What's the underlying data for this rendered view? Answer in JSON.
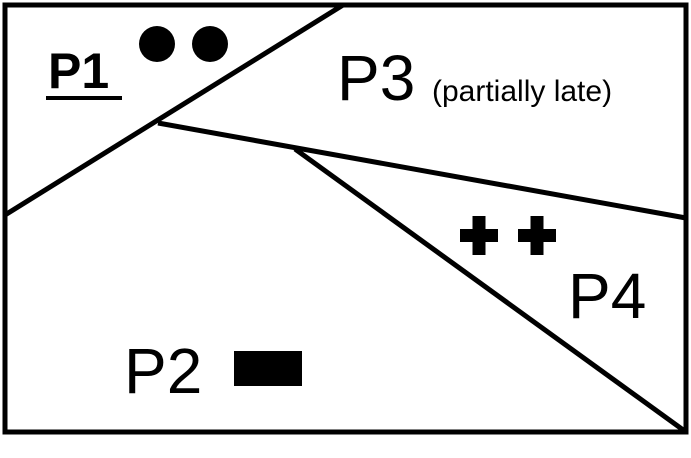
{
  "regions": [
    {
      "id": "p1",
      "label": "P1",
      "emphasis": "bold-underline",
      "marker": {
        "icon": "filled-circle-icon",
        "count": 2
      }
    },
    {
      "id": "p2",
      "label": "P2",
      "marker": {
        "icon": "bar-icon",
        "count": 1
      }
    },
    {
      "id": "p3",
      "label": "P3",
      "note": "(partially late)"
    },
    {
      "id": "p4",
      "label": "P4",
      "marker": {
        "icon": "plus-icon",
        "count": 2
      }
    }
  ],
  "colors": {
    "line": "#000000",
    "fill": "#ffffff"
  }
}
